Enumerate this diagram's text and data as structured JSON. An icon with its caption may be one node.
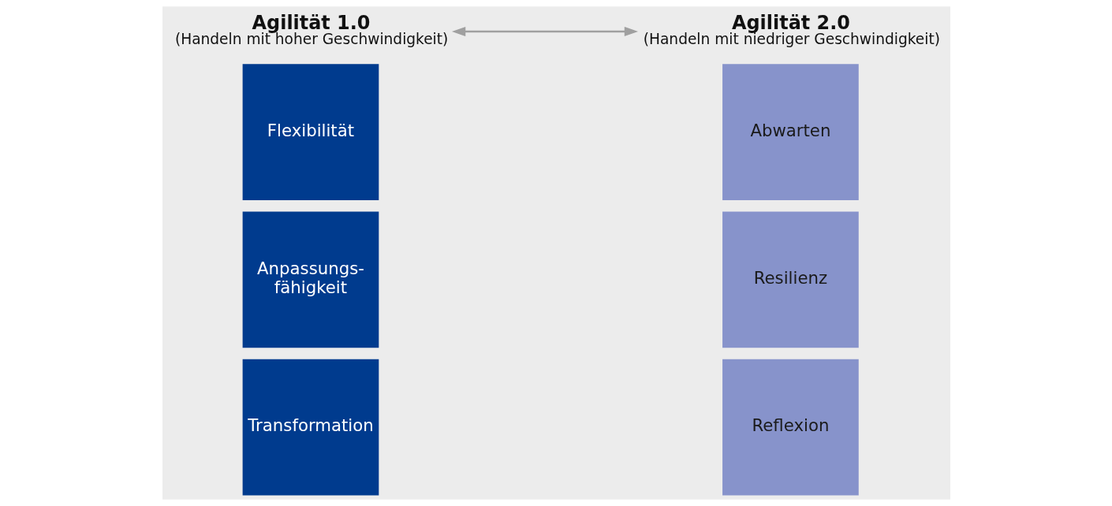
{
  "diagram": {
    "nodes": [
      {
        "text": [
          "Agilität 1.0",
          "(Handeln mit hoher Geschwindigkeit)"
        ]
      },
      {
        "text": [
          "Agilität 2.0",
          "(Handeln mit niedriger Geschwindigkeit)"
        ]
      },
      {
        "text": [
          "Flexibilität"
        ]
      },
      {
        "text": [
          "Abwarten"
        ]
      },
      {
        "text": [
          "Anpassungs- fähigkeit"
        ]
      },
      {
        "text": [
          "Resilienz"
        ]
      },
      {
        "text": [
          "Transformation"
        ]
      },
      {
        "text": [
          "Reflexion"
        ]
      }
    ],
    "edges": [
      {
        "from": 0,
        "to": 1,
        "arrow": "both",
        "color": "#a0a0a0"
      }
    ]
  }
}
